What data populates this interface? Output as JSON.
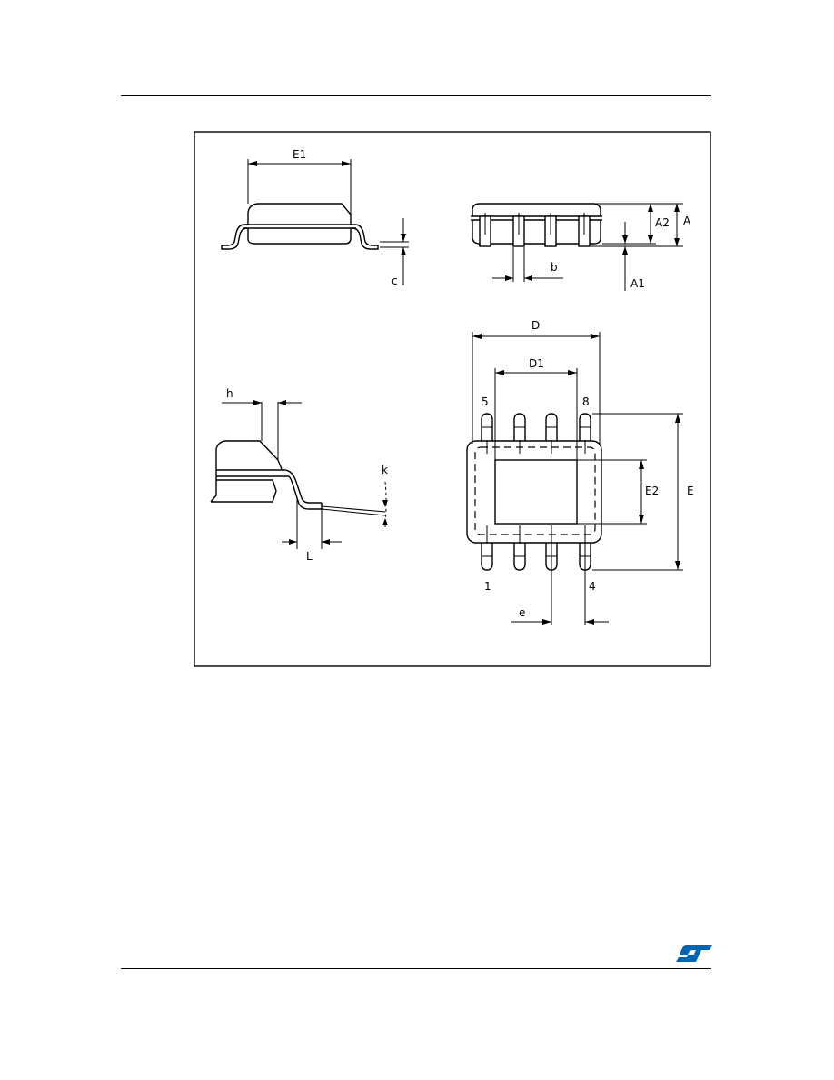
{
  "labels": {
    "E1": "E1",
    "c": "c",
    "A": "A",
    "A2": "A2",
    "A1": "A1",
    "b": "b",
    "D": "D",
    "D1": "D1",
    "E": "E",
    "E2": "E2",
    "e": "e",
    "h": "h",
    "k": "k",
    "L": "L",
    "pin5": "5",
    "pin8": "8",
    "pin1": "1",
    "pin4": "4"
  },
  "logo": {
    "text": "ST",
    "color": "#0066b3"
  }
}
